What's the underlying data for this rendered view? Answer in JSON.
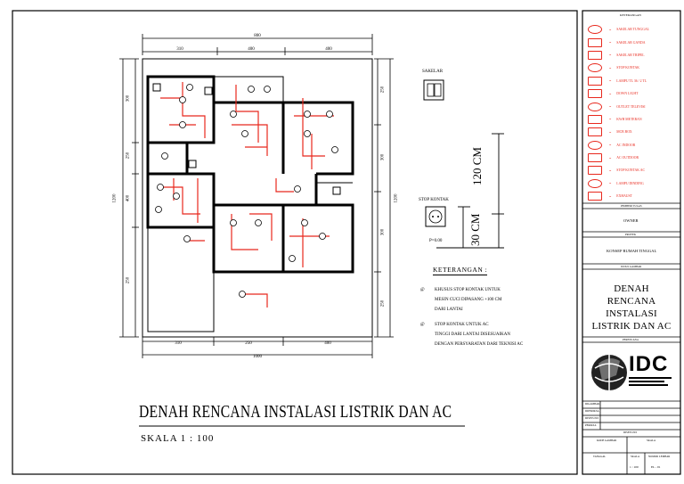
{
  "plan": {
    "dims_top_overall": "800",
    "dims_top": [
      "310",
      "400",
      "400"
    ],
    "dims_bottom": [
      "310",
      "250",
      "400"
    ],
    "dims_bottom_overall": "1000",
    "dims_left": [
      "300",
      "250",
      "400",
      "250"
    ],
    "dims_left_overall": "1200",
    "dims_right": [
      "250",
      "300",
      "300",
      "250"
    ],
    "dims_right_overall": "1200"
  },
  "details": {
    "switch_label": "SAKELAR",
    "socket_label": "STOP KONTAK",
    "socket_note": "P=0.00",
    "height_120": "120 CM",
    "height_30": "30 CM"
  },
  "notes": {
    "heading": "KETERANGAN :",
    "items": [
      {
        "bullet": "@",
        "lines": [
          "KHUSUS STOP KONTAK UNTUK",
          "MESIN CUCI DIPASANG +100 CM",
          "DARI LANTAI"
        ]
      },
      {
        "bullet": "@",
        "lines": [
          "STOP KONTAK UNTUK AC",
          "TINGGI DARI LANTAI DISESUAIKAN",
          "DENGAN PERSYARATAN DARI TEKNISI AC"
        ]
      }
    ]
  },
  "drawing_title": "DENAH RENCANA INSTALASI LISTRIK DAN AC",
  "scale": "SKALA 1 : 100",
  "title_block": {
    "legend_header": "KETERANGAN",
    "legend": [
      {
        "icon": "switch-single",
        "text": "SAKELAR TUNGGAL"
      },
      {
        "icon": "switch-double",
        "text": "SAKELAR GANDA"
      },
      {
        "icon": "switch-triple",
        "text": "SAKELAR TRIPEL"
      },
      {
        "icon": "socket",
        "text": "STOP KONTAK"
      },
      {
        "icon": "lamp-tl",
        "text": "LAMPU TL 36 / 2 TL"
      },
      {
        "icon": "downlight",
        "text": "DOWN LIGHT"
      },
      {
        "icon": "outlet-tv",
        "text": "OUTLET TELEVISI"
      },
      {
        "icon": "kwh",
        "text": "KWH METERAN"
      },
      {
        "icon": "mcb",
        "text": "MCB BOX"
      },
      {
        "icon": "ac-indoor",
        "text": "AC INDOOR"
      },
      {
        "icon": "ac-outdoor",
        "text": "AC OUTDOOR"
      },
      {
        "icon": "socket-ac",
        "text": "STOP KONTAK AC"
      },
      {
        "icon": "lamp-wall",
        "text": "LAMPU DINDING"
      },
      {
        "icon": "exhaust",
        "text": "EXHAUST"
      }
    ],
    "pemberi_tugas_label": "PEMBERI TUGAS",
    "owner": "OWNER",
    "project_label": "PROYEK",
    "project": "KONSEP RUMAH TINGGAL",
    "drawing_label": "JUDUL GAMBAR",
    "drawing_title": "DENAH RENCANA INSTALASI LISTRIK DAN AC",
    "consultant_label": "PERENCANA",
    "logo_text": "IDC",
    "rows": [
      "DIGAMBAR",
      "DIPERIKSA",
      "DISETUJUI",
      "PERIKSA"
    ],
    "approval_label": "DISETUJUI",
    "bottom_labels": [
      "KODE GAMBAR",
      "SKALA"
    ],
    "footer_labels": [
      "TANGGAL",
      "SKALA",
      "NOMOR LEMBAR"
    ],
    "footer_values": [
      "",
      "1 : 100",
      "EL - 01"
    ]
  },
  "colors": {
    "wiring": "#e8281d",
    "ink": "#000000"
  }
}
